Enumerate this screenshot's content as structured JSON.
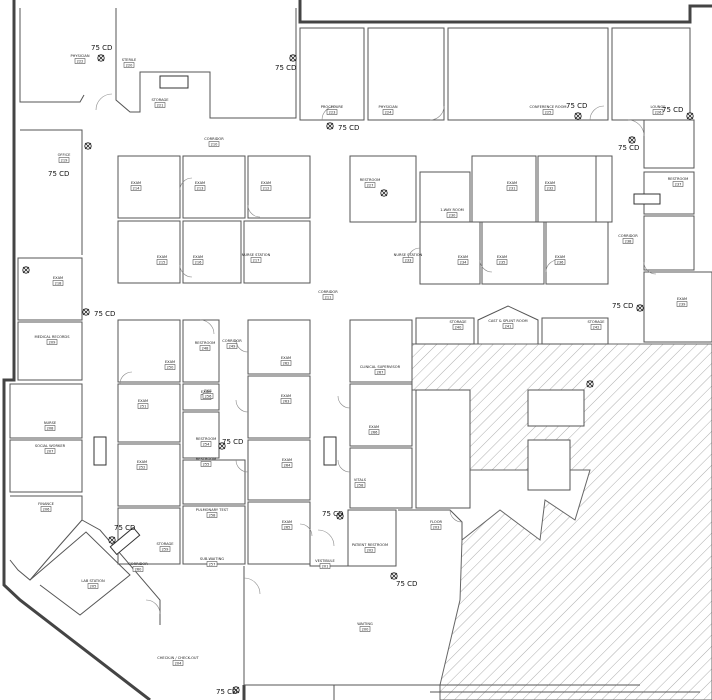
{
  "plan": {
    "rooms": [
      {
        "id": "physician",
        "name": "PHYSICIAN",
        "num": "222"
      },
      {
        "id": "sterile",
        "name": "STERILE",
        "num": "220"
      },
      {
        "id": "storage-top",
        "name": "STORAGE",
        "num": "221"
      },
      {
        "id": "procedure",
        "name": "PROCEDURE",
        "num": "223"
      },
      {
        "id": "physician-2",
        "name": "PHYSICIAN",
        "num": "224"
      },
      {
        "id": "conference",
        "name": "CONFERENCE ROOM",
        "num": "225"
      },
      {
        "id": "lounge",
        "name": "LOUNGE",
        "num": "226"
      },
      {
        "id": "corridor-top",
        "name": "CORRIDOR",
        "num": "210"
      },
      {
        "id": "office",
        "name": "OFFICE",
        "num": "219"
      },
      {
        "id": "exam-214",
        "name": "EXAM",
        "num": "214"
      },
      {
        "id": "exam-213",
        "name": "EXAM",
        "num": "213"
      },
      {
        "id": "exam-212",
        "name": "EXAM",
        "num": "212"
      },
      {
        "id": "exam-215",
        "name": "EXAM",
        "num": "215"
      },
      {
        "id": "exam-216",
        "name": "EXAM",
        "num": "216"
      },
      {
        "id": "nurse-station-1",
        "name": "NURSE STATION",
        "num": "217"
      },
      {
        "id": "restroom-227",
        "name": "RESTROOM",
        "num": "227"
      },
      {
        "id": "1way-room",
        "name": "1-WAY ROOM",
        "num": "230"
      },
      {
        "id": "exam-231",
        "name": "EXAM",
        "num": "231"
      },
      {
        "id": "exam-232",
        "name": "EXAM",
        "num": "232"
      },
      {
        "id": "nurse-station-2",
        "name": "NURSE STATION",
        "num": "233"
      },
      {
        "id": "exam-234",
        "name": "EXAM",
        "num": "234"
      },
      {
        "id": "exam-235",
        "name": "EXAM",
        "num": "235"
      },
      {
        "id": "exam-236",
        "name": "EXAM",
        "num": "236"
      },
      {
        "id": "restroom-237",
        "name": "RESTROOM",
        "num": "237"
      },
      {
        "id": "corridor-238",
        "name": "CORRIDOR",
        "num": "238"
      },
      {
        "id": "exam-239",
        "name": "EXAM",
        "num": "239"
      },
      {
        "id": "exam-218",
        "name": "EXAM",
        "num": "218"
      },
      {
        "id": "medical-records",
        "name": "MEDICAL RECORDS",
        "num": "209"
      },
      {
        "id": "corridor-main",
        "name": "CORRIDOR",
        "num": "211"
      },
      {
        "id": "storage-240",
        "name": "STORAGE",
        "num": "240"
      },
      {
        "id": "cast-splint",
        "name": "CAST & SPLINT ROOM",
        "num": "241"
      },
      {
        "id": "storage-242",
        "name": "STORAGE",
        "num": "242"
      },
      {
        "id": "restroom-248",
        "name": "RESTROOM",
        "num": "248"
      },
      {
        "id": "corridor-249",
        "name": "CORRIDOR",
        "num": "249"
      },
      {
        "id": "exam-250",
        "name": "EXAM",
        "num": "250"
      },
      {
        "id": "exam-251",
        "name": "EXAM",
        "num": "251"
      },
      {
        "id": "exam-252",
        "name": "EXAM",
        "num": "252"
      },
      {
        "id": "exam-253",
        "name": "EXAM",
        "num": "253"
      },
      {
        "id": "exam-262",
        "name": "EXAM",
        "num": "262"
      },
      {
        "id": "exam-263",
        "name": "EXAM",
        "num": "263"
      },
      {
        "id": "exam-264",
        "name": "EXAM",
        "num": "264"
      },
      {
        "id": "exam-265",
        "name": "EXAM",
        "num": "265"
      },
      {
        "id": "clinical-supervisor",
        "name": "CLINICAL SUPERVISOR",
        "num": "267"
      },
      {
        "id": "exam-266",
        "name": "EXAM",
        "num": "266"
      },
      {
        "id": "vitals",
        "name": "VITALS",
        "num": "258"
      },
      {
        "id": "nurse",
        "name": "NURSE",
        "num": "208"
      },
      {
        "id": "social-worker",
        "name": "SOCIAL WORKER",
        "num": "207"
      },
      {
        "id": "finance",
        "name": "FINANCE",
        "num": "206"
      },
      {
        "id": "restroom-254",
        "name": "RESTROOM",
        "num": "254"
      },
      {
        "id": "ekg",
        "name": "EKG",
        "num": "256"
      },
      {
        "id": "restroom-255",
        "name": "RESTROOM",
        "num": "255"
      },
      {
        "id": "pulmonary",
        "name": "PULMONARY TEST",
        "num": "258"
      },
      {
        "id": "sub-waiting",
        "name": "SUB-WAITING",
        "num": "257"
      },
      {
        "id": "storage-259",
        "name": "STORAGE",
        "num": "259"
      },
      {
        "id": "corridor-260",
        "name": "CORRIDOR",
        "num": "260"
      },
      {
        "id": "vestibule",
        "name": "VESTIBULE",
        "num": "201"
      },
      {
        "id": "patient-restroom",
        "name": "PATIENT RESTROOM",
        "num": "202"
      },
      {
        "id": "floor",
        "name": "FLOOR",
        "num": "203"
      },
      {
        "id": "waiting",
        "name": "WAITING",
        "num": "200"
      },
      {
        "id": "checkin",
        "name": "CHECK-IN / CHECK-OUT",
        "num": "204"
      },
      {
        "id": "lab-station",
        "name": "LAB STATION",
        "num": "205"
      }
    ],
    "devices": [
      {
        "id": "strobe-1",
        "label": "75 CD"
      },
      {
        "id": "strobe-2",
        "label": "75 CD"
      },
      {
        "id": "strobe-3",
        "label": "75 CD"
      },
      {
        "id": "strobe-4",
        "label": "75 CD"
      },
      {
        "id": "strobe-5",
        "label": "75 CD"
      },
      {
        "id": "strobe-6",
        "label": "75 CD"
      },
      {
        "id": "strobe-7",
        "label": "75 CD"
      },
      {
        "id": "strobe-8",
        "label": "75 CD"
      },
      {
        "id": "strobe-9",
        "label": "75 CD"
      },
      {
        "id": "strobe-10",
        "label": "75 CD"
      },
      {
        "id": "strobe-11",
        "label": "75 CD"
      },
      {
        "id": "strobe-12",
        "label": "75 CD"
      },
      {
        "id": "strobe-13",
        "label": "75 CD"
      },
      {
        "id": "strobe-14",
        "label": "75 CD"
      },
      {
        "id": "strobe-15",
        "label": "75 CD"
      },
      {
        "id": "strobe-16",
        "label": "75 CD"
      },
      {
        "id": "strobe-17",
        "label": "75 CD"
      }
    ]
  }
}
